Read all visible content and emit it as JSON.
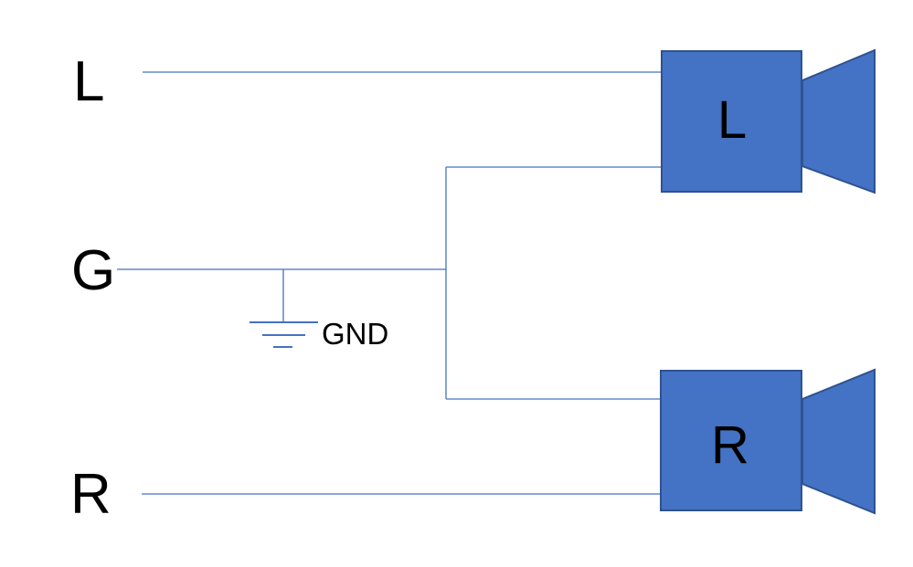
{
  "diagram": {
    "description": "stereo-audio-wiring-diagram",
    "inputs": [
      {
        "label": "L"
      },
      {
        "label": "G"
      },
      {
        "label": "R"
      }
    ],
    "ground": {
      "label": "GND"
    },
    "speakers": [
      {
        "label": "L"
      },
      {
        "label": "R"
      }
    ],
    "colors": {
      "shape_fill": "#4472C4",
      "shape_border": "#2F528F",
      "wire": "#4472C4",
      "text": "#000000"
    }
  }
}
